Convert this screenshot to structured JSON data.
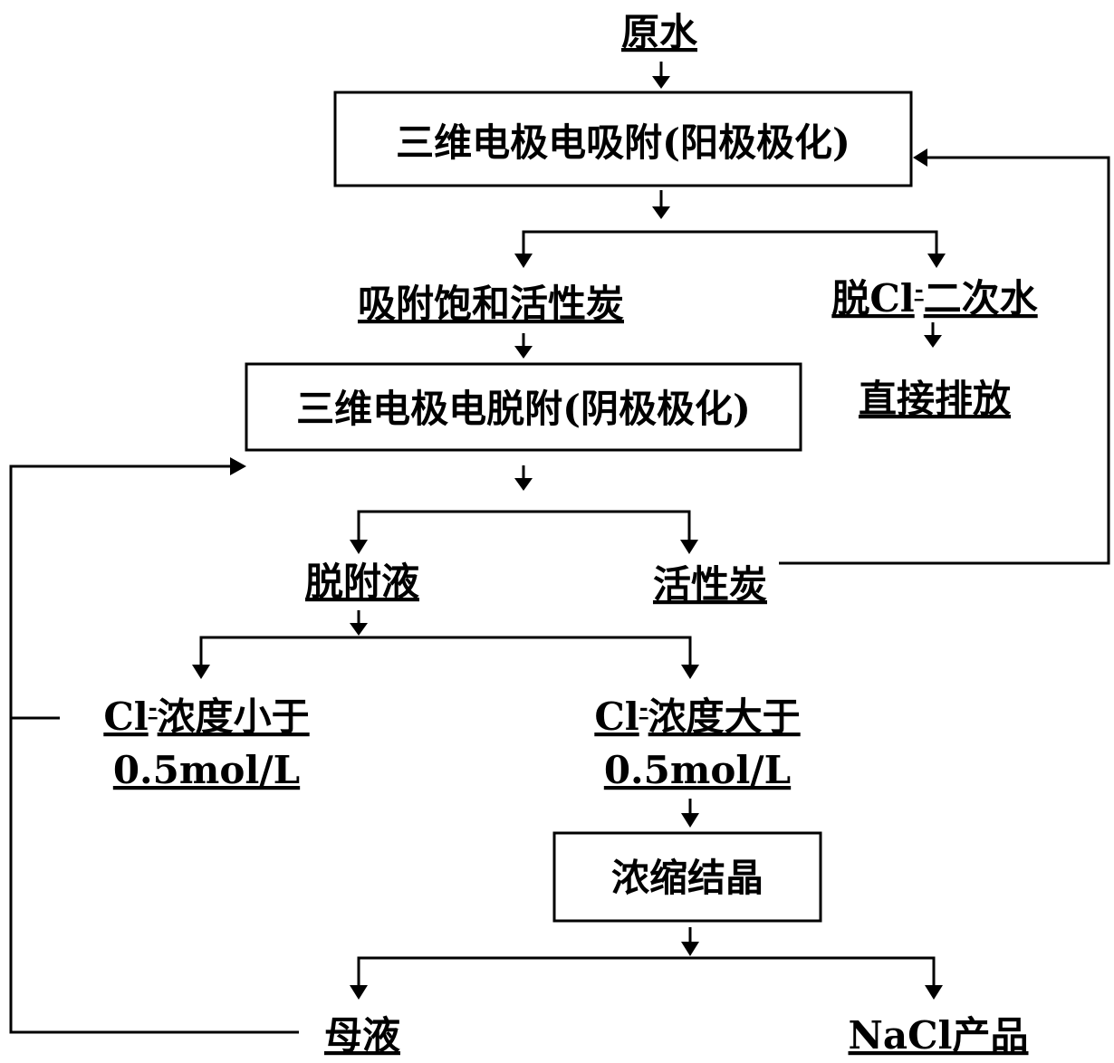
{
  "nodes": {
    "raw_water": "原水",
    "adsorption_box": "三维电极电吸附(阳极极化)",
    "saturated_carbon": "吸附饱和活性炭",
    "dechlorinated_water_prefix": "脱Cl",
    "dechlorinated_water_sup": "-",
    "dechlorinated_water_suffix": "二次水",
    "direct_discharge": "直接排放",
    "desorption_box": "三维电极电脱附(阴极极化)",
    "desorption_liquid": "脱附液",
    "activated_carbon": "活性炭",
    "low_cl_prefix": "Cl",
    "low_cl_sup": "-",
    "low_cl_suffix": "浓度小于",
    "low_cl_value": "0.5mol/L",
    "high_cl_prefix": "Cl",
    "high_cl_sup": "-",
    "high_cl_suffix": "浓度大于",
    "high_cl_value": "0.5mol/L",
    "crystallization_box": "浓缩结晶",
    "mother_liquor": "母液",
    "nacl_product": "NaCl产品"
  }
}
